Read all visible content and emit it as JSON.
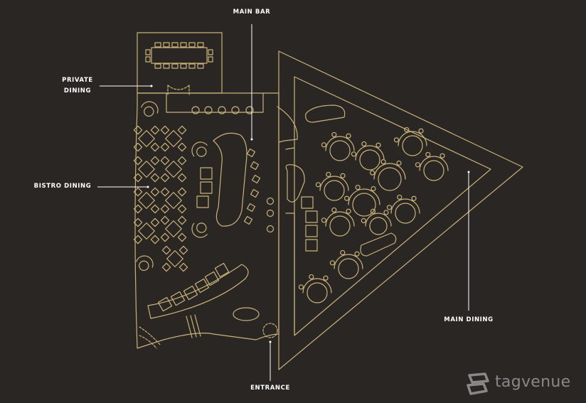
{
  "labels": {
    "main_bar": "MAIN BAR",
    "private_dining_line1": "PRIVATE",
    "private_dining_line2": "DINING",
    "bistro_dining": "BISTRO DINING",
    "main_dining": "MAIN DINING",
    "entrance": "ENTRANCE"
  },
  "watermark": {
    "brand": "tagvenue",
    "icon": "tagvenue-logo-icon"
  },
  "colors": {
    "background": "#2a2624",
    "linework": "#c9b27a",
    "label_text": "#ffffff",
    "leader_lines": "#ffffff",
    "watermark": "#8a8886"
  }
}
